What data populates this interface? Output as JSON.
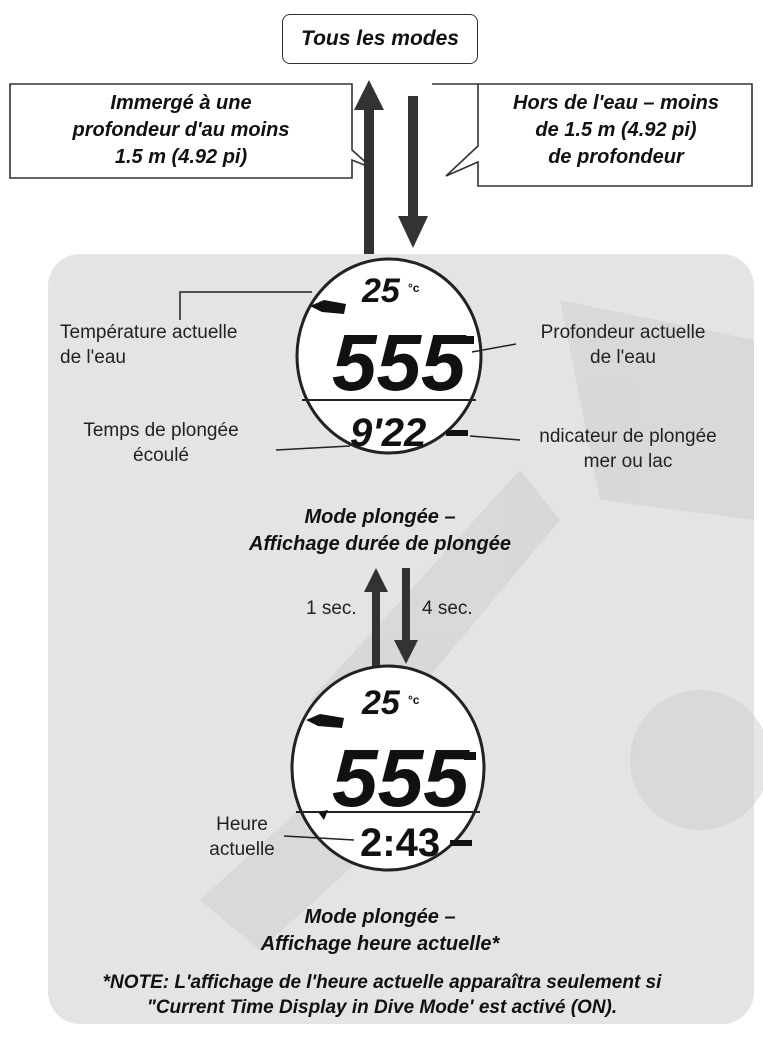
{
  "top_box": {
    "label": "Tous les modes"
  },
  "left_callout": {
    "line1": "Immergé à une",
    "line2": "profondeur d'au moins",
    "line3": "1.5 m (4.92 pi)"
  },
  "right_callout": {
    "line1": "Hors de l'eau – moins",
    "line2": "de 1.5 m (4.92 pi)",
    "line3": "de profondeur"
  },
  "dive_time_display": {
    "temperature": "25",
    "depth": "555",
    "elapsed": "9'22",
    "labels": {
      "temp_line1": "Température  actuelle",
      "temp_line2": "de l'eau",
      "depth_line1": "Profondeur  actuelle",
      "depth_line2": "de l'eau",
      "time_line1": "Temps de plongée",
      "time_line2": "écoulé",
      "indicator_line1": "ndicateur de plongée",
      "indicator_line2": "mer ou lac"
    },
    "caption_line1": "Mode plongée –",
    "caption_line2": "Affichage durée de plongée"
  },
  "transition": {
    "up_label": "1 sec.",
    "down_label": "4 sec."
  },
  "current_time_display": {
    "temperature": "25",
    "depth": "555",
    "time": "2:43",
    "labels": {
      "time_line1": "Heure",
      "time_line2": "actuelle"
    },
    "caption_line1": "Mode plongée –",
    "caption_line2": "Affichage heure actuelle*"
  },
  "note": {
    "line1": "*NOTE: L'affichage de l'heure actuelle apparaîtra seulement si",
    "line2": "\"Current Time Display in Dive Mode' est activé (ON)."
  }
}
